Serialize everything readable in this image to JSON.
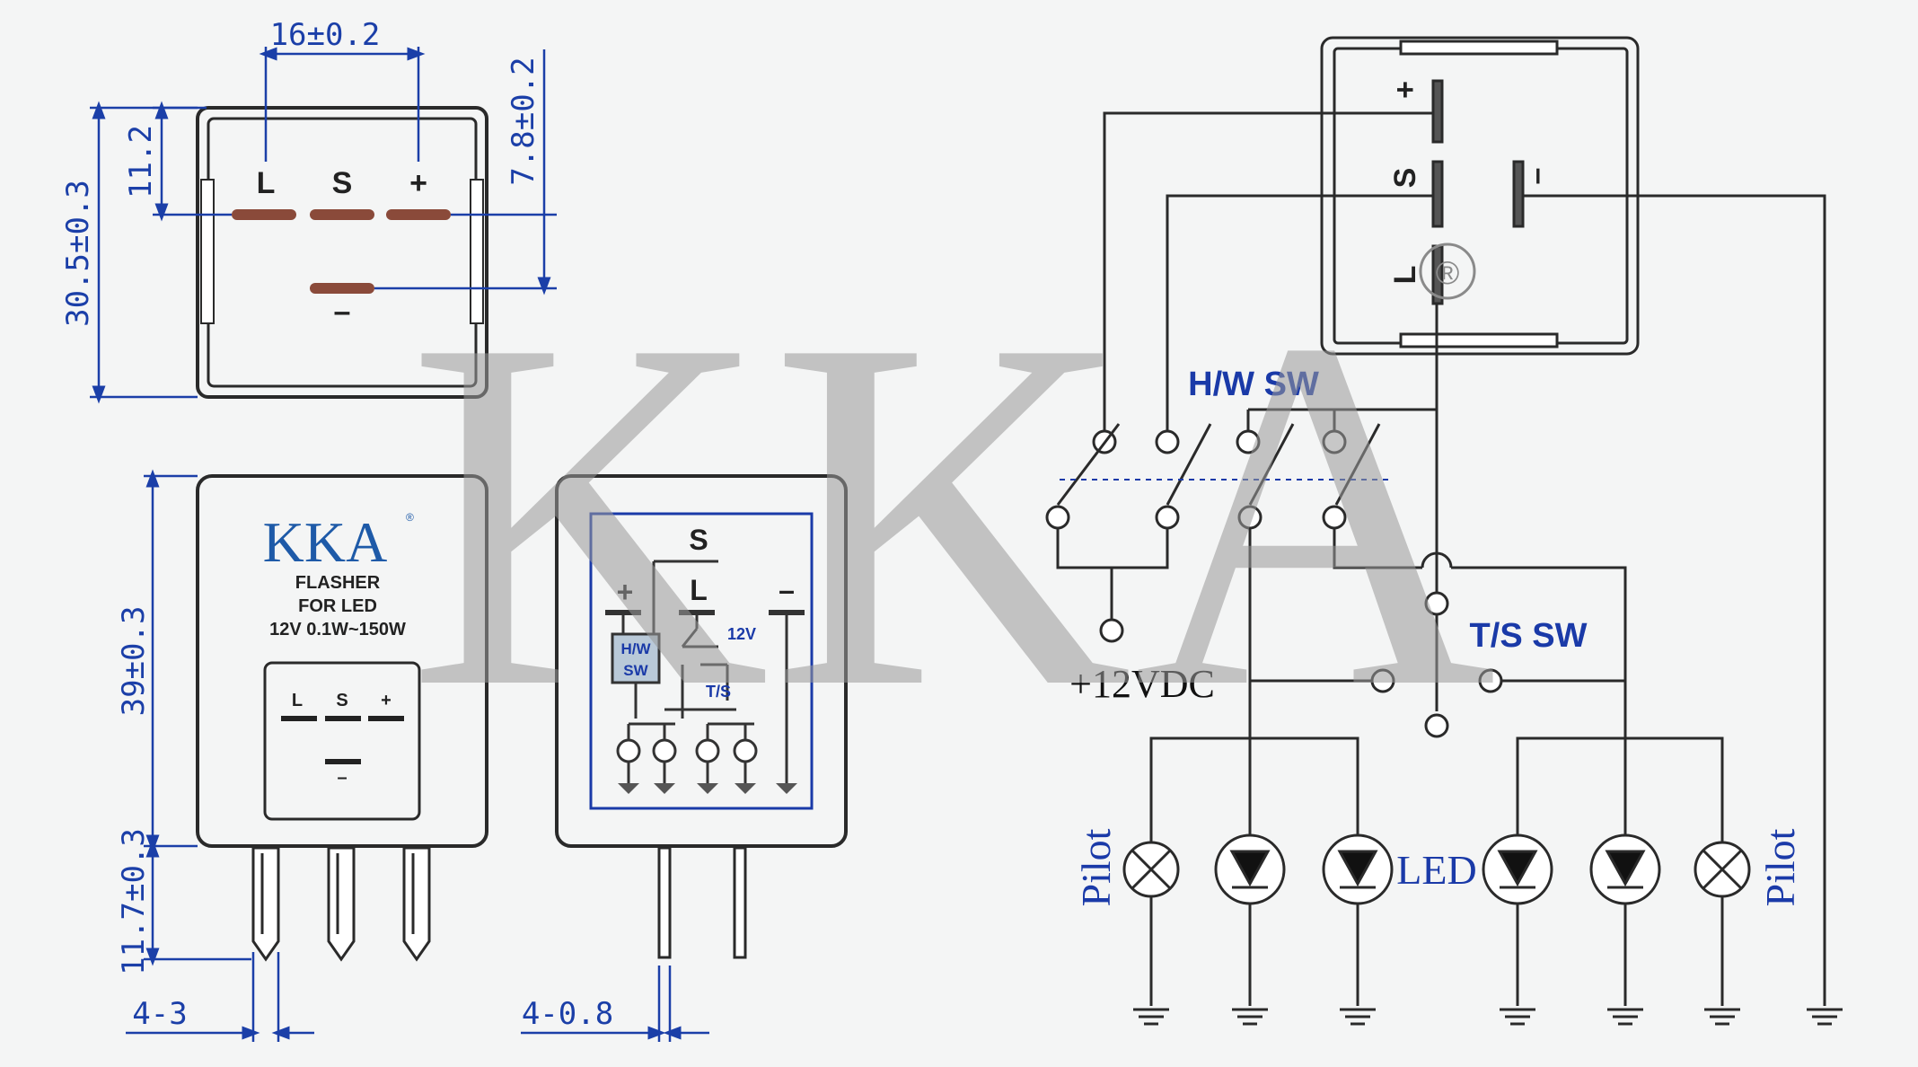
{
  "watermark": "KKA",
  "top_view": {
    "width_dim": "16±0.2",
    "height_dim": "30.5±0.3",
    "offset_dim": "11.2",
    "right_dim": "7.8±0.2",
    "pin_labels": [
      "L",
      "S",
      "+"
    ],
    "ground_label": "–"
  },
  "front_view": {
    "brand": "KKA",
    "registered": "®",
    "line1": "FLASHER",
    "line2": "FOR LED",
    "line3": "12V  0.1W~150W",
    "pin_labels": [
      "L",
      "S",
      "+"
    ],
    "ground_label": "–",
    "body_dim": "39±0.3",
    "pin_dim": "11.7±0.3",
    "pin_width_dim": "4-3"
  },
  "side_view": {
    "s_label": "S",
    "plus_label": "+",
    "l_label": "L",
    "minus_label": "–",
    "hw_label": [
      "H/W",
      "SW"
    ],
    "v_label": "12V",
    "ts_label": "T/S",
    "pin_width_dim": "4-0.8"
  },
  "schematic": {
    "plus_label": "+",
    "s_label": "S",
    "l_label": "L",
    "minus_label": "–",
    "registered": "®",
    "hw_sw": "H/W  SW",
    "ts_sw": "T/S SW",
    "supply": "+12VDC",
    "led_label": "LED",
    "pilot_left": "Pilot",
    "pilot_right": "Pilot"
  },
  "colors": {
    "dimension": "#1b3fa8",
    "outline": "#2a2a2a",
    "pin": "#8a4a3a",
    "watermark": "#9a9a9a"
  }
}
